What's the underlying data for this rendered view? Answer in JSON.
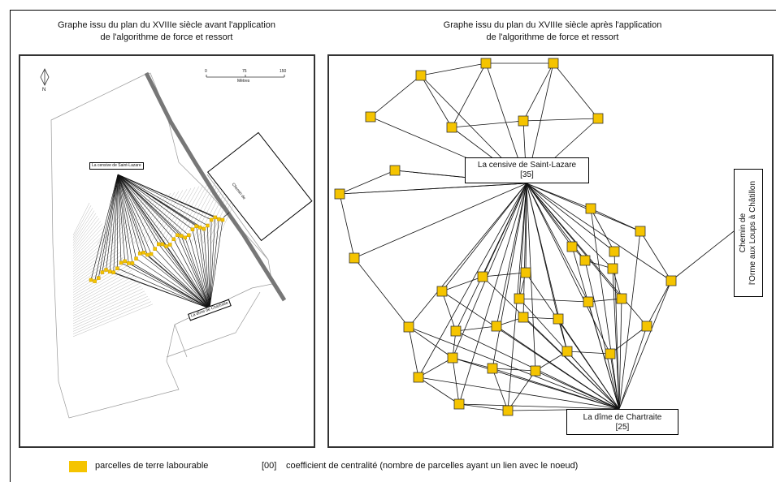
{
  "left": {
    "title_line1": "Graphe issu du plan du XVIIIe siècle avant l'application",
    "title_line2": "de l'algorithme de force et ressort",
    "north": "N",
    "scale": {
      "t0": "0",
      "t1": "75",
      "t2": "150",
      "unit": "Mètres"
    },
    "node_a": "La censive de Saint-Lazare",
    "node_b": "La dîme de Chartraite",
    "road_line1": "Chemin de",
    "road_line2": "l'Orme aux Loups à Châtillon"
  },
  "right": {
    "title_line1": "Graphe issu du plan du XVIIIe siècle après l'application",
    "title_line2": "de l'algorithme de force et ressort",
    "node_a": "La censive de Saint-Lazare",
    "node_a_value": "[35]",
    "node_b": "La dîme de Chartraite",
    "node_b_value": "[25]",
    "road_line1": "Chemin de",
    "road_line2": "l'Orme aux Loups à Châtillon"
  },
  "legend": {
    "parcel_label": "parcelles de terre labourable",
    "coef_key": "[00]",
    "coef_label": "coefficient de centralité (nombre de parcelles ayant un lien avec le noeud)"
  },
  "colors": {
    "parcel": "#f5c400",
    "parcel_stroke": "#333333",
    "road": "#777777"
  }
}
